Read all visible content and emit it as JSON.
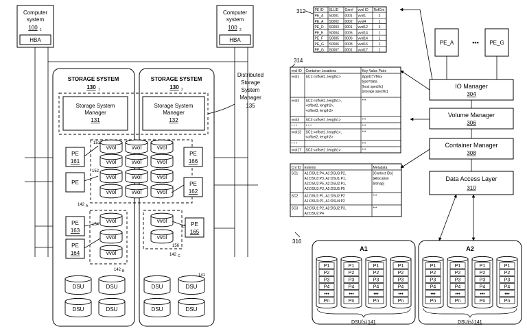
{
  "computer_systems": [
    {
      "line1": "Computer",
      "line2": "system",
      "ref": "100",
      "sub": "1",
      "hba": "HBA"
    },
    {
      "line1": "Computer",
      "line2": "system",
      "ref": "100",
      "sub": "2",
      "hba": "HBA"
    }
  ],
  "storage_systems": [
    {
      "title": "STORAGE SYSTEM",
      "ref": "130",
      "sub": "1",
      "manager_l1": "Storage System",
      "manager_l2": "Manager",
      "manager_ref": "131"
    },
    {
      "title": "STORAGE SYSTEM",
      "ref": "130",
      "sub": "2",
      "manager_l1": "Storage System",
      "manager_l2": "Manager",
      "manager_ref": "132"
    }
  ],
  "distributed_manager": {
    "lines": [
      "Distributed",
      "Storage",
      "System",
      "Manager"
    ],
    "ref": "135"
  },
  "pes_left": [
    {
      "label": "PE",
      "ref": "161"
    },
    {
      "label": "PE",
      "ref": ""
    },
    {
      "label": "PE",
      "ref": "163"
    },
    {
      "label": "PE",
      "ref": "164"
    }
  ],
  "pes_right": [
    {
      "label": "PE",
      "ref": "166"
    },
    {
      "label": "PE",
      "ref": "162"
    },
    {
      "label": "PE",
      "ref": "165"
    }
  ],
  "vvol_label": "vvol",
  "group_refs": {
    "r151": "151",
    "r152": "152",
    "r153": "153",
    "r154": "154",
    "r155": "155",
    "r156": "156",
    "g142a": "142",
    "g142a_sub": "A",
    "g142b": "142",
    "g142b_sub": "B",
    "g142c": "142",
    "g142c_sub": "C",
    "r141": "141"
  },
  "dsu_label": "DSU",
  "table312": {
    "ref": "312",
    "headers": [
      "PE ID",
      "SLLID",
      "Gen#",
      "vvol ID",
      "RefCnt"
    ],
    "rows": [
      [
        "PE_A",
        "S0001",
        "0001",
        "vvol1",
        "2"
      ],
      [
        "PE_A",
        "S0002",
        "0002",
        "vvol4",
        "1"
      ],
      [
        "PE_D",
        "S0003",
        "0001",
        "vvol12",
        "3"
      ],
      [
        "PE_E",
        "S0004",
        "0005",
        "vvol14",
        "1"
      ],
      [
        "PE_F",
        "S0005",
        "0006",
        "vvol14",
        "1"
      ],
      [
        "PE_G",
        "S0006",
        "0008",
        "vvol16",
        "1"
      ],
      [
        "PE_G",
        "S0007",
        "0001",
        "vvol17",
        "1"
      ]
    ]
  },
  "table314": {
    "ref": "314",
    "headers": [
      "vvol ID",
      "Container Locations",
      "Key-Value Pairs"
    ],
    "rows": [
      {
        "id": "vvol1",
        "loc": [
          "SC1:<offset1, length1>"
        ],
        "kv": [
          "AppID=VMxx",
          "type=data",
          "[host specific]",
          "[storage specific]"
        ]
      },
      {
        "id": "vvol2",
        "loc": [
          "SC2:<offset1, length1>,",
          "<offset2, length2>,",
          "<offset3, length3>"
        ],
        "kv": [
          "***"
        ]
      },
      {
        "id": "vvol3",
        "loc": [
          "SC3:<offset1, length1>"
        ],
        "kv": [
          "***"
        ]
      },
      {
        "id": "* * *",
        "loc": [
          "* * *"
        ],
        "kv": [
          "***"
        ]
      },
      {
        "id": "vvol13",
        "loc": [
          "SC1:<offset1, length1>,",
          "<offset2, length2>"
        ],
        "kv": [
          "***"
        ]
      },
      {
        "id": "* * *",
        "loc": [
          ""
        ],
        "kv": [
          "***"
        ]
      },
      {
        "id": "vvol17",
        "loc": [
          "SC3:<offset1, length1>"
        ],
        "kv": [
          "***"
        ]
      }
    ]
  },
  "table316": {
    "ref": "316",
    "headers": [
      "Cnt ID",
      "Extents",
      "Metadata"
    ],
    "rows": [
      {
        "id": "SC1",
        "ext": [
          "A1:DSU1:P4, A1:DSU3:P2,",
          "A1:DSU3:P3, A2:DSU1:P1,",
          "A2:DSU2:P5, A2:DSU2:P1,",
          "A2:DSU3:P3, A2:DSU5:P5"
        ],
        "meta": [
          "[Context IDs]",
          "[Allocation",
          "bitmap]"
        ]
      },
      {
        "id": "SC2",
        "ext": [
          "A1:DSU1:P1, A1:DSU2:P2",
          "A1:DSU3:P1, A1:DSU4:P2"
        ],
        "meta": [
          "***"
        ]
      },
      {
        "id": "SC3",
        "ext": [
          "A2:DSU1:P2, A2:DSU2:P3,",
          "A2:DSU2:P4"
        ],
        "meta": [
          "***"
        ]
      }
    ]
  },
  "pe_a": "PE_A",
  "pe_g": "PE_G",
  "ellipsis": "•••",
  "io_manager": {
    "label": "IO Manager",
    "ref": "304"
  },
  "volume_manager": {
    "label": "Volume Manager",
    "ref": "306"
  },
  "container_manager": {
    "label": "Container Manager",
    "ref": "308"
  },
  "data_access_layer": {
    "label": "Data Access Layer",
    "ref": "310"
  },
  "arrays": [
    {
      "name": "A1",
      "dsu_text": "DSU(s)",
      "dsu_ref": "141"
    },
    {
      "name": "A2",
      "dsu_text": "DSU(s)",
      "dsu_ref": "141"
    }
  ],
  "pages": [
    "P1",
    "P2",
    "P3",
    "P4",
    "•••",
    "Pn"
  ]
}
